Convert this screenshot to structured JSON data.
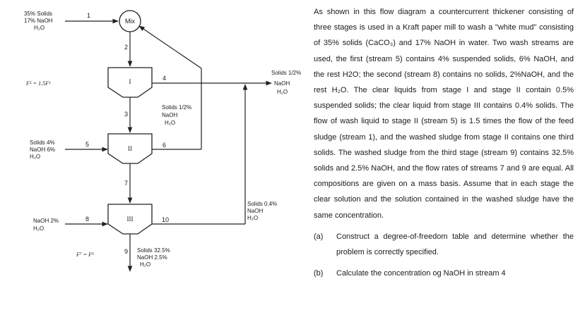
{
  "diagram": {
    "mixer": "Mix",
    "stages": [
      "I",
      "II",
      "III"
    ],
    "streams": {
      "s1": "1",
      "s2": "2",
      "s3": "3",
      "s4": "4",
      "s5": "5",
      "s6": "6",
      "s7": "7",
      "s8": "8",
      "s9": "9",
      "s10": "10"
    },
    "feed": [
      "35% Solids",
      "17% NaOH",
      "H₂O"
    ],
    "product": [
      "Solids 1/2%",
      "NaOH",
      "H₂O"
    ],
    "overflow_stage2": [
      "Solids 1/2%",
      "NaOH",
      "H₂O"
    ],
    "wash5": [
      "Solids 4%",
      "NaOH 6%",
      "H₂O"
    ],
    "wash8": [
      "NaOH 2%",
      "H₂O"
    ],
    "overflow_stage3": [
      "Solids 0.4%",
      "NaOH",
      "H₂O"
    ],
    "underflow9": [
      "Solids 32.5%",
      "NaOH 2.5%",
      "H₂O"
    ],
    "relation1": "F⁵ = 1.5F¹",
    "relation2": "F⁷ = F⁹"
  },
  "problem": {
    "text": "As shown in this flow diagram a countercurrent thickener consisting of three stages is used in a Kraft paper mill to wash a \"white mud\" consisting of 35% solids (CaCO₃) and 17% NaOH in water. Two wash streams are used, the first (stream 5) contains 4% suspended solids, 6% NaOH, and the rest H2O; the second (stream 8) contains no solids, 2%NaOH, and the rest H₂O. The clear liquids from stage I and stage II contain 0.5% suspended solids; the clear liquid from stage III contains 0.4% solids. The flow of wash liquid to stage II (stream 5) is 1.5 times the flow of the feed sludge (stream 1), and the washed sludge from stage II contains one third solids. The washed sludge from the third stage (stream 9) contains 32.5% solids and 2.5% NaOH, and the flow rates of streams 7 and 9 are equal. All compositions are given on a mass basis. Assume that in each stage the clear solution and the solution contained in the washed sludge have the same concentration.",
    "questions": [
      {
        "label": "(a)",
        "text": "Construct a degree-of-freedom table and determine whether the problem is correctly specified."
      },
      {
        "label": "(b)",
        "text": "Calculate the concentration og NaOH in stream 4"
      }
    ]
  }
}
